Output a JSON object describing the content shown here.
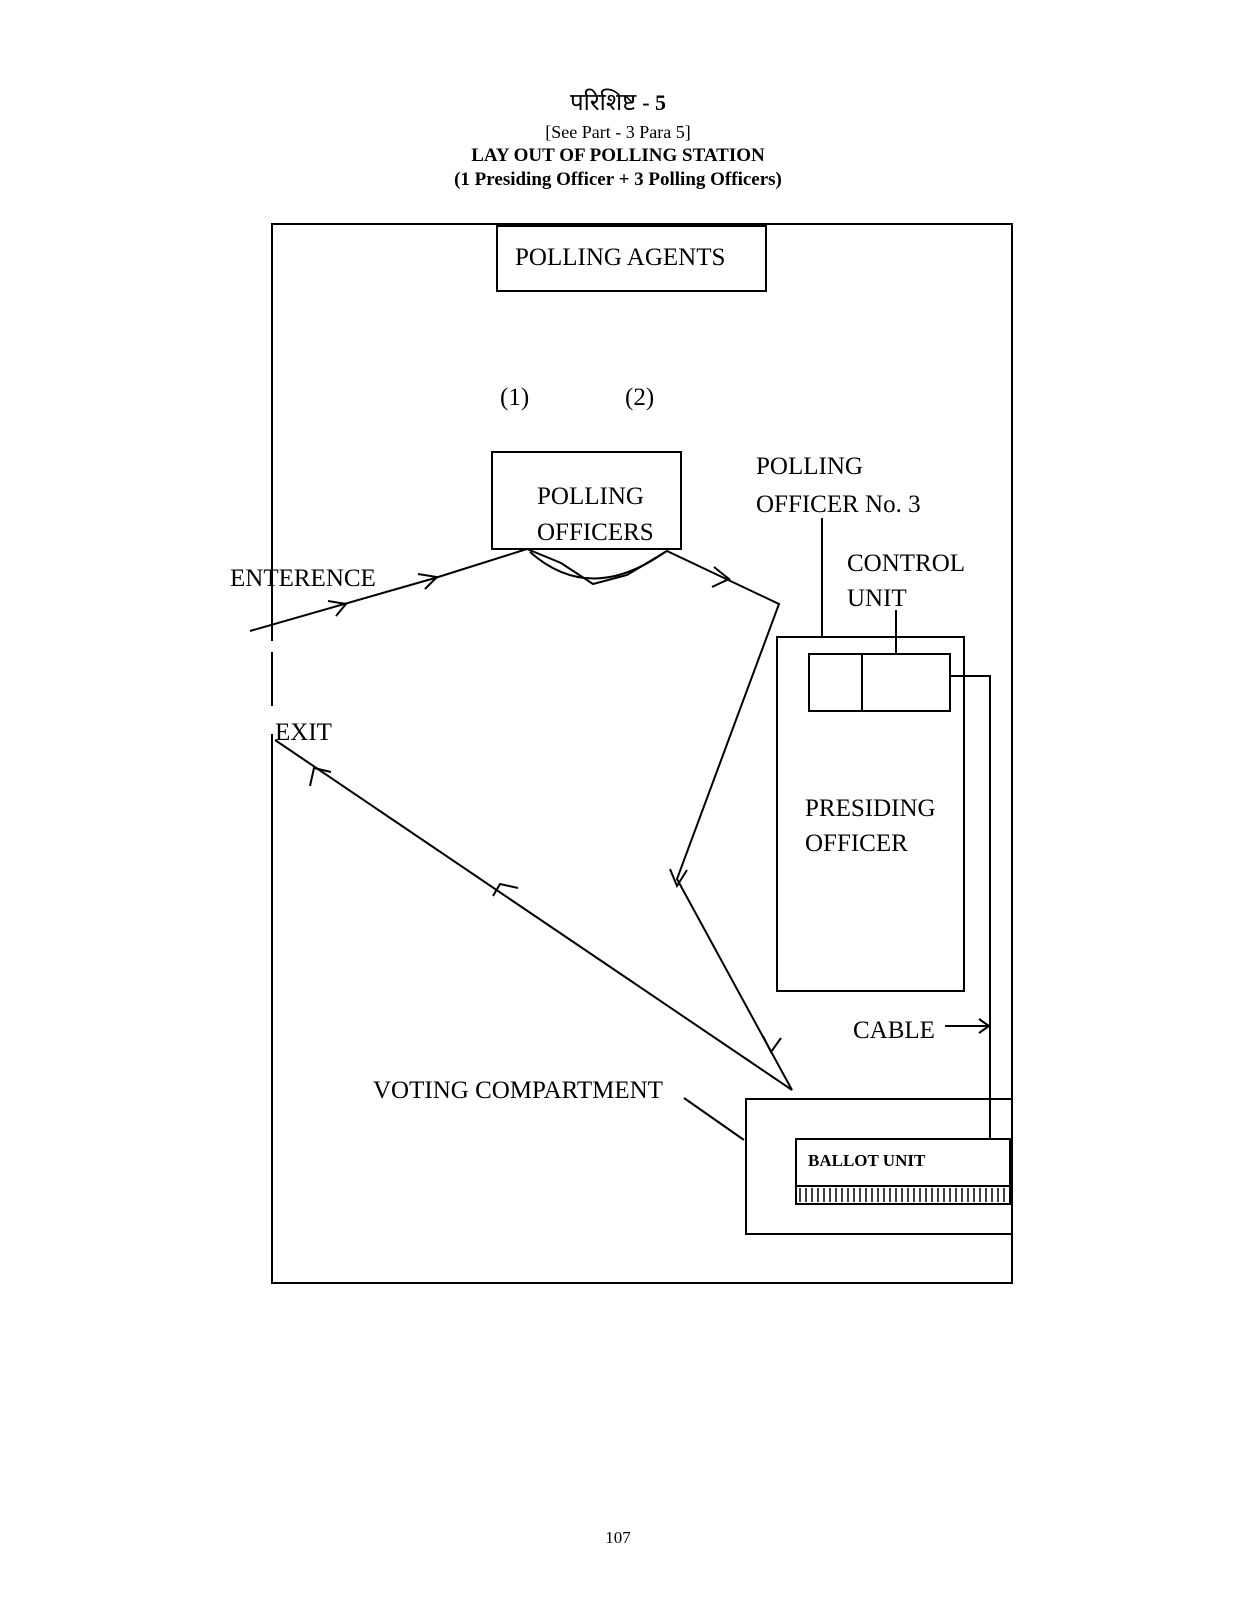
{
  "header": {
    "title_hindi": "परिशिष्ट",
    "title_suffix": "- 5",
    "reference": "[See Part - 3 Para 5]",
    "main_title": "LAY OUT OF POLLING STATION",
    "subtitle": "(1 Presiding Officer + 3 Polling Officers)"
  },
  "diagram": {
    "polling_agents": "POLLING AGENTS",
    "officer_1": "(1)",
    "officer_2": "(2)",
    "polling_officers_line1": "POLLING",
    "polling_officers_line2": "OFFICERS",
    "polling_officer_3_line1": "POLLING",
    "polling_officer_3_line2": "OFFICER No. 3",
    "control_unit_line1": "CONTROL",
    "control_unit_line2": "UNIT",
    "entrance": "ENTERENCE",
    "exit": "EXIT",
    "presiding_officer_line1": "PRESIDING",
    "presiding_officer_line2": "OFFICER",
    "cable": "CABLE",
    "voting_compartment": "VOTING COMPARTMENT",
    "ballot_unit": "BALLOT UNIT"
  },
  "footer": {
    "page_number": "107"
  }
}
